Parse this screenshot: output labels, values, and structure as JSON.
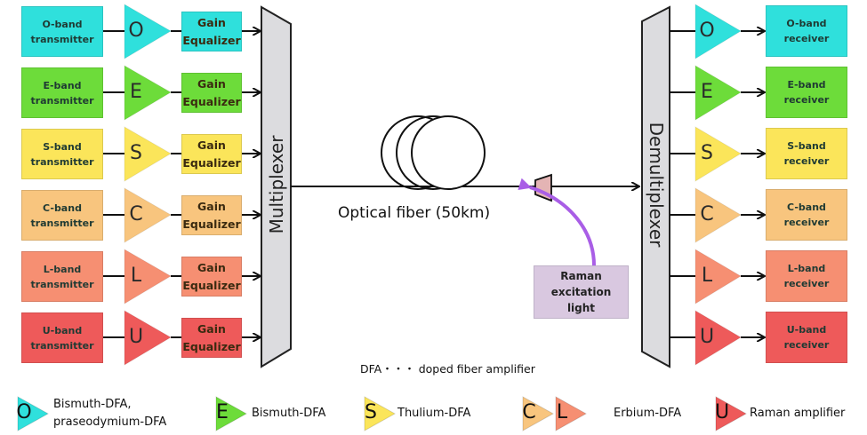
{
  "bands": [
    {
      "key": "O",
      "letter": "O",
      "transmitter": "O-band\ntransmitter",
      "equalizer": "Gain\nEqualizer",
      "receiver": "O-band\nreceiver",
      "color": "#2fe0dc"
    },
    {
      "key": "E",
      "letter": "E",
      "transmitter": "E-band\ntransmitter",
      "equalizer": "Gain\nEqualizer",
      "receiver": "E-band\nreceiver",
      "color": "#6ddc3a"
    },
    {
      "key": "S",
      "letter": "S",
      "transmitter": "S-band\ntransmitter",
      "equalizer": "Gain\nEqualizer",
      "receiver": "S-band\nreceiver",
      "color": "#fbe55a"
    },
    {
      "key": "C",
      "letter": "C",
      "transmitter": "C-band\ntransmitter",
      "equalizer": "Gain\nEqualizer",
      "receiver": "C-band\nreceiver",
      "color": "#f8c57e"
    },
    {
      "key": "L",
      "letter": "L",
      "transmitter": "L-band\ntransmitter",
      "equalizer": "Gain\nEqualizer",
      "receiver": "L-band\nreceiver",
      "color": "#f68f72"
    },
    {
      "key": "U",
      "letter": "U",
      "transmitter": "U-band\ntransmitter",
      "equalizer": "Gain\nEqualizer",
      "receiver": "U-band\nreceiver",
      "color": "#ee5a5a"
    }
  ],
  "multiplexer": {
    "label": "Multiplexer",
    "color": "#dcdcdf"
  },
  "demultiplexer": {
    "label": "Demultiplexer",
    "color": "#dcdcdf"
  },
  "fiber": {
    "label": "Optical fiber (50km)"
  },
  "raman": {
    "label": "Raman\nexcitation\nlight",
    "box_color": "#d9c8e0",
    "arrow_color": "#a95ee6",
    "coupler_color": "#e4b4b4"
  },
  "footnote": "DFA・・・ doped fiber amplifier",
  "legend": [
    {
      "letters": [
        "O"
      ],
      "colors": [
        "#2fe0dc"
      ],
      "text": "Bismuth-DFA,\npraseodymium-DFA"
    },
    {
      "letters": [
        "E"
      ],
      "colors": [
        "#6ddc3a"
      ],
      "text": "Bismuth-DFA"
    },
    {
      "letters": [
        "S"
      ],
      "colors": [
        "#fbe55a"
      ],
      "text": "Thulium-DFA"
    },
    {
      "letters": [
        "C",
        "L"
      ],
      "colors": [
        "#f8c57e",
        "#f68f72"
      ],
      "text": "Erbium-DFA"
    },
    {
      "letters": [
        "U"
      ],
      "colors": [
        "#ee5a5a"
      ],
      "text": "Raman amplifier"
    }
  ]
}
